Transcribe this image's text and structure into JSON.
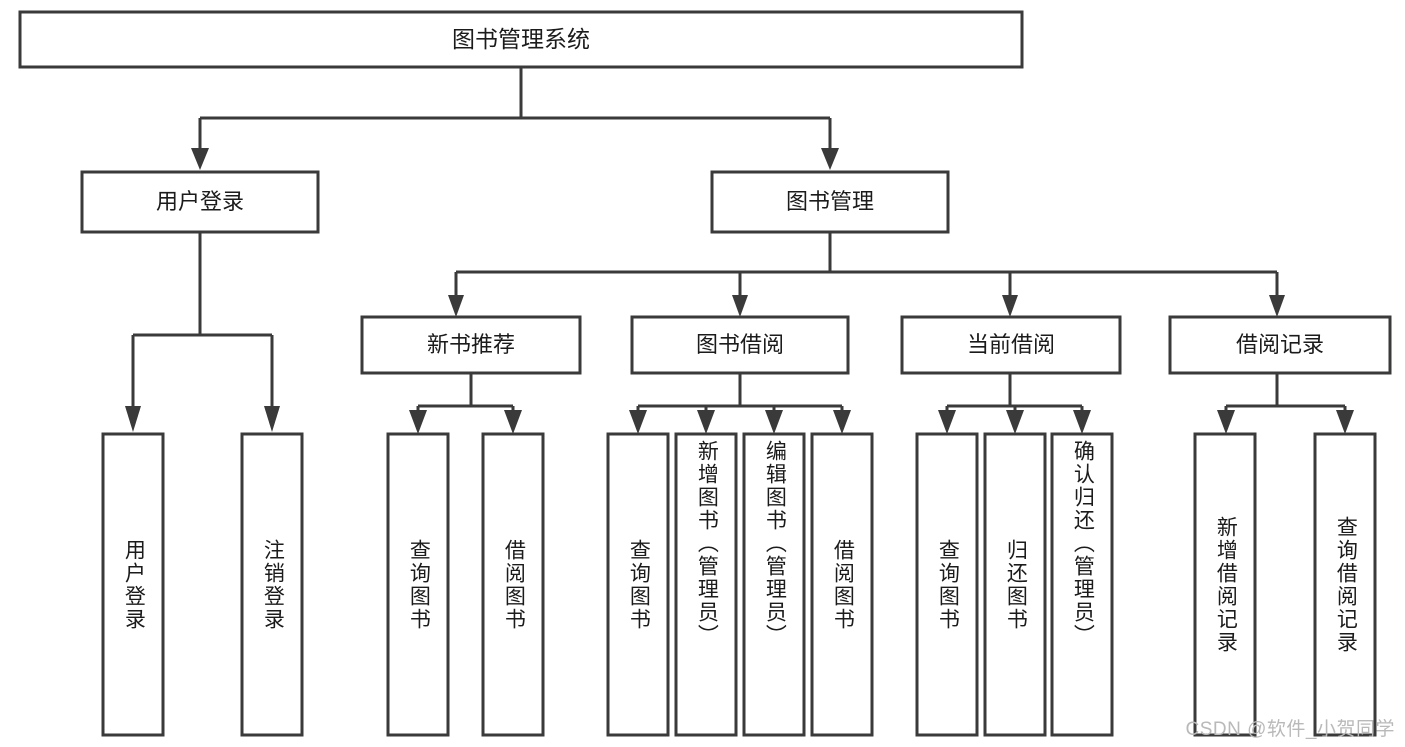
{
  "diagram": {
    "type": "tree-hierarchy-chart",
    "root": {
      "id": "root",
      "label": "图书管理系统"
    },
    "level2": [
      {
        "id": "user-login",
        "label": "用户登录"
      },
      {
        "id": "book-management",
        "label": "图书管理"
      }
    ],
    "level3": [
      {
        "id": "new-book-recommend",
        "label": "新书推荐",
        "parent": "book-management"
      },
      {
        "id": "book-borrow",
        "label": "图书借阅",
        "parent": "book-management"
      },
      {
        "id": "current-borrow",
        "label": "当前借阅",
        "parent": "book-management"
      },
      {
        "id": "borrow-record",
        "label": "借阅记录",
        "parent": "book-management"
      }
    ],
    "leaves": [
      {
        "id": "leaf-user-login",
        "label": "用户登录",
        "parent": "user-login"
      },
      {
        "id": "leaf-logout-login",
        "label": "注销登录",
        "parent": "user-login"
      },
      {
        "id": "leaf-query-book-1",
        "label": "查询图书",
        "parent": "new-book-recommend"
      },
      {
        "id": "leaf-borrow-book-1",
        "label": "借阅图书",
        "parent": "new-book-recommend"
      },
      {
        "id": "leaf-query-book-2",
        "label": "查询图书",
        "parent": "book-borrow"
      },
      {
        "id": "leaf-add-book",
        "label": "新增图书（管理员）",
        "parent": "book-borrow"
      },
      {
        "id": "leaf-edit-book",
        "label": "编辑图书（管理员）",
        "parent": "book-borrow"
      },
      {
        "id": "leaf-borrow-book-2",
        "label": "借阅图书",
        "parent": "book-borrow"
      },
      {
        "id": "leaf-query-book-3",
        "label": "查询图书",
        "parent": "current-borrow"
      },
      {
        "id": "leaf-return-book",
        "label": "归还图书",
        "parent": "current-borrow"
      },
      {
        "id": "leaf-confirm-return",
        "label": "确认归还（管理员）",
        "parent": "current-borrow"
      },
      {
        "id": "leaf-add-record",
        "label": "新增借阅记录",
        "parent": "borrow-record"
      },
      {
        "id": "leaf-query-record",
        "label": "查询借阅记录",
        "parent": "borrow-record"
      }
    ]
  },
  "watermark": {
    "text": "CSDN @软件_小贺同学"
  },
  "colors": {
    "stroke": "#3a3a3a",
    "fill": "#ffffff",
    "text": "#1b1b1b",
    "watermark": "#b9b9b9"
  }
}
